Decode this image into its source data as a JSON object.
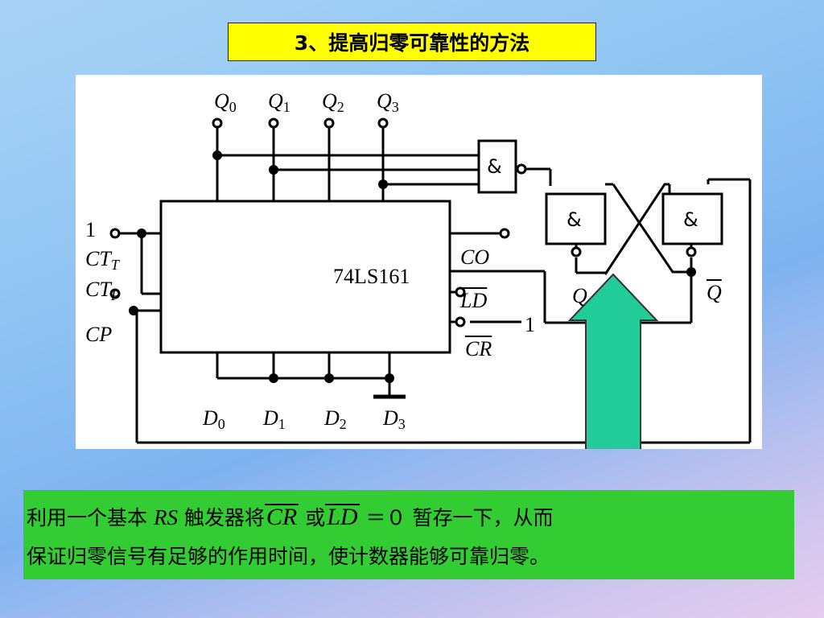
{
  "title": "3、提高归零可靠性的方法",
  "chip_label": "74LS161",
  "outputs": {
    "q0": "Q",
    "q0_sub": "0",
    "q1": "Q",
    "q1_sub": "1",
    "q2": "Q",
    "q2_sub": "2",
    "q3": "Q",
    "q3_sub": "3"
  },
  "inputs": {
    "d0": "D",
    "d0_sub": "0",
    "d1": "D",
    "d1_sub": "1",
    "d2": "D",
    "d2_sub": "2",
    "d3": "D",
    "d3_sub": "3"
  },
  "left_pins": {
    "one": "1",
    "ctt": "CT",
    "ctt_sub": "T",
    "ctp": "CT",
    "ctp_sub": "P",
    "cp": "CP"
  },
  "right_pins": {
    "co": "CO",
    "ld": "LD",
    "one": "1",
    "cr": "CR"
  },
  "gates": {
    "and_symbol": "&"
  },
  "latch": {
    "q": "Q",
    "qbar": "Q"
  },
  "note": {
    "part1": "利用一个基本 ",
    "rs": "RS",
    "part2": " 触发器将",
    "cr": "CR",
    "part3": " 或",
    "ld": "LD",
    "part4": " ＝０ 暂存一下，从而",
    "line2": "保证归零信号有足够的作用时间，使计数器能够可靠归零。"
  },
  "colors": {
    "title_bg": "#ffff00",
    "note_bg": "#33cc33",
    "arrow_fill": "#22cc99"
  }
}
